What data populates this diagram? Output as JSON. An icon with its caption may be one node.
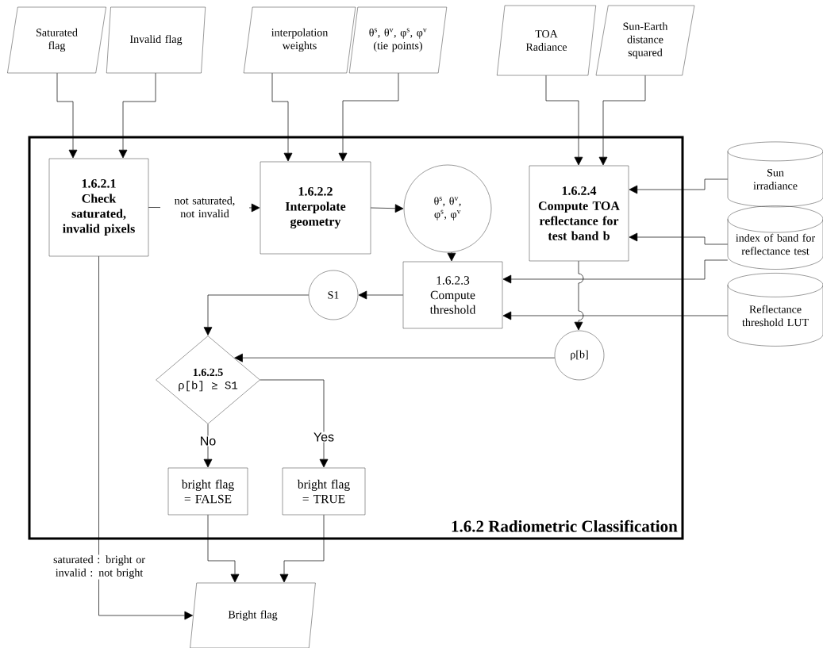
{
  "diagram": {
    "nodes": [
      {
        "text": [
          "1.6.2 Radiometric Classification"
        ]
      },
      {
        "text": [
          "Saturated flag"
        ]
      },
      {
        "text": [
          "Invalid flag"
        ]
      },
      {
        "text": [
          "interpolation weights"
        ]
      },
      {
        "text": [
          "θ$^{s}$, θ$^{v}$, φ$^{s}$, φ$^{v}$ (tie points)"
        ]
      },
      {
        "text": [
          "TOA Radiance"
        ]
      },
      {
        "text": [
          "Sun-Earth distance squared"
        ]
      },
      {
        "text": [
          "1.6.2.1",
          "Check saturated, invalid pixels"
        ],
        "in": 0
      },
      {
        "text": [
          "1.6.2.2",
          "Interpolate geometry"
        ],
        "in": 0
      },
      {
        "text": [
          "θ$^{s}$, θ$^{v}$, φ$^{s}$, φ$^{v}$"
        ],
        "in": 0
      },
      {
        "text": [
          "1.6.2.4",
          "Compute TOA reflectance for test band b"
        ],
        "in": 0
      },
      {
        "text": [
          "1.6.2.3",
          "Compute threshold"
        ],
        "in": 0
      },
      {
        "text": [
          "S1"
        ],
        "in": 0
      },
      {
        "text": [
          "ρ[b]"
        ],
        "in": 0
      },
      {
        "text": [
          "1.6.2.5",
          "ρ[b] ≥ S1"
        ],
        "in": 0
      },
      {
        "text": [
          "bright flag = FALSE"
        ],
        "in": 0
      },
      {
        "text": [
          "bright flag = TRUE"
        ],
        "in": 0
      },
      {
        "text": [
          "Bright flag"
        ]
      },
      {
        "text": [
          "Sun irradiance"
        ]
      },
      {
        "text": [
          "index of band for reflectance test"
        ]
      },
      {
        "text": [
          "Reflectance threshold LUT"
        ]
      }
    ],
    "edges": [
      {
        "from": 1,
        "to": 7,
        "arrow": "to"
      },
      {
        "from": 2,
        "to": 7,
        "arrow": "to"
      },
      {
        "from": 3,
        "to": 8,
        "arrow": "to"
      },
      {
        "from": 4,
        "to": 8,
        "arrow": "to"
      },
      {
        "from": 5,
        "to": 10,
        "arrow": "to"
      },
      {
        "from": 6,
        "to": 10,
        "arrow": "to"
      },
      {
        "from": 7,
        "to": 8,
        "arrow": "to",
        "label": "not saturated, not invalid"
      },
      {
        "from": 8,
        "to": 9,
        "arrow": "to"
      },
      {
        "from": 9,
        "to": 11,
        "arrow": "to"
      },
      {
        "from": 18,
        "to": 10,
        "arrow": "to"
      },
      {
        "from": 19,
        "to": 10,
        "arrow": "to"
      },
      {
        "from": 19,
        "to": 11,
        "arrow": "to"
      },
      {
        "from": 20,
        "to": 11,
        "arrow": "to"
      },
      {
        "from": 10,
        "to": 13,
        "arrow": "to"
      },
      {
        "from": 11,
        "to": 12,
        "arrow": "to"
      },
      {
        "from": 12,
        "to": 14,
        "arrow": "to"
      },
      {
        "from": 13,
        "to": 14,
        "arrow": "to"
      },
      {
        "from": 14,
        "to": 15,
        "arrow": "to",
        "label": "No"
      },
      {
        "from": 14,
        "to": 16,
        "arrow": "to",
        "label": "Yes"
      },
      {
        "from": 15,
        "to": 17,
        "arrow": "to"
      },
      {
        "from": 16,
        "to": 17,
        "arrow": "to"
      },
      {
        "from": 7,
        "to": 17,
        "arrow": "to",
        "label": "saturated : bright or invalid : not bright"
      }
    ]
  }
}
